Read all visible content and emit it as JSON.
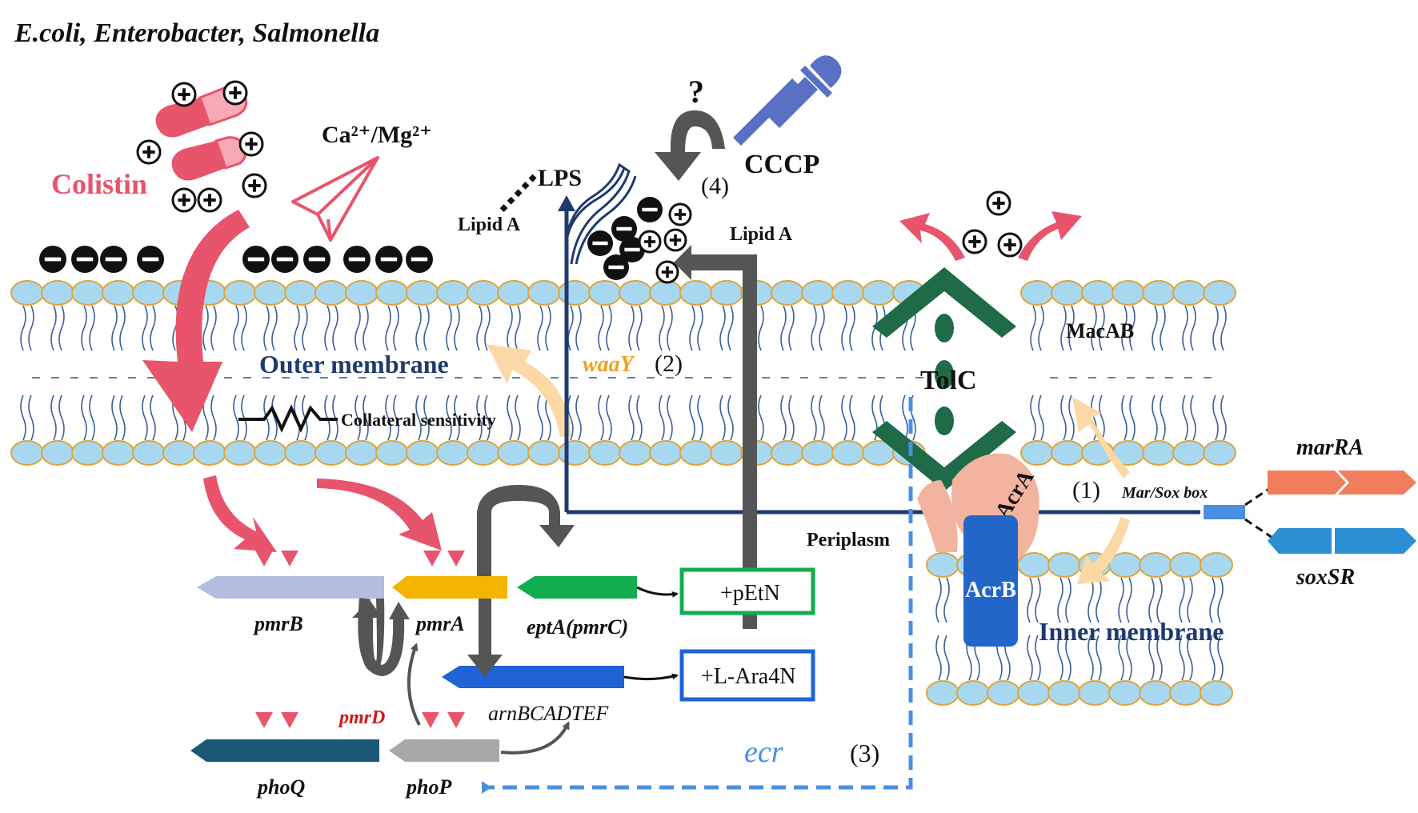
{
  "title": "E.coli, Enterobacter, Salmonella",
  "labels": {
    "colistin": "Colistin",
    "cations": "Ca²⁺/Mg²⁺",
    "lps": "LPS",
    "lipid_a_left": "Lipid A",
    "lipid_a_right": "Lipid A",
    "question": "?",
    "cccp": "CCCP",
    "step4": "(4)",
    "outer_membrane": "Outer membrane",
    "collateral": "Collateral sensitivity",
    "waay": "waaY",
    "step2": "(2)",
    "tolc": "TolC",
    "macab": "MacAB",
    "acra": "AcrA",
    "acrb": "AcrB",
    "step1": "(1)",
    "marsox": "Mar/Sox box",
    "marra": "marRA",
    "soxsr": "soxSR",
    "periplasm": "Periplasm",
    "inner_membrane": "Inner membrane",
    "petn": "+pEtN",
    "ara4n": "+L-Ara4N",
    "pmrb": "pmrB",
    "pmra": "pmrA",
    "epta": "eptA(pmrC)",
    "arn": "arnBCADTEF",
    "pmrd": "pmrD",
    "phoq": "phoQ",
    "phop": "phoP",
    "ecr": "ecr",
    "step3": "(3)"
  },
  "colors": {
    "colistin": "#e8546b",
    "membrane_head": "#a8d8ef",
    "membrane_edge": "#e0a43a",
    "lipid_tail": "#3b5e9a",
    "dark_navy": "#1f3a6e",
    "tolc": "#1f6b47",
    "acra": "#f2b3a0",
    "acrb": "#2366c9",
    "marra": "#f07e5c",
    "soxsr": "#2b8fd3",
    "pmrb": "#b3bddd",
    "pmra": "#f5b400",
    "epta": "#12ad4e",
    "arn": "#1f63d6",
    "phoq": "#1a5878",
    "phop": "#a8a8a8",
    "cccp": "#5a70c4",
    "ecr": "#4a90e2",
    "waay_arrow": "#fbd8a5",
    "grey_arrow": "#555555",
    "pmrd_text": "#d01818",
    "waay_text": "#f0a020"
  }
}
